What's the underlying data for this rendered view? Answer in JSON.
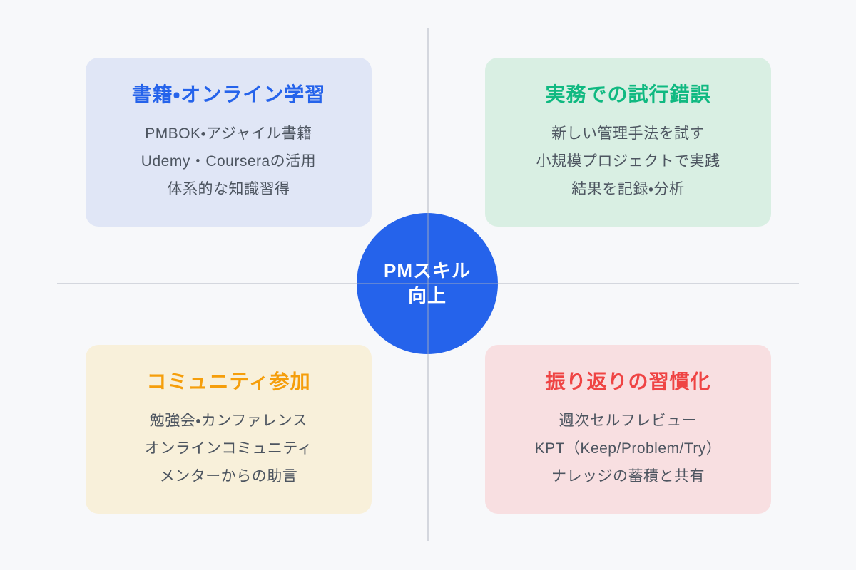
{
  "page": {
    "background_color": "#f7f8fa",
    "axis_line_color": "#d8dadd"
  },
  "center": {
    "label_line1": "PMスキル",
    "label_line2": "向上",
    "circle_color": "#2563eb",
    "text_color": "#ffffff"
  },
  "quadrants": [
    {
      "position": "top-left",
      "title": "書籍・オンライン学習",
      "title_color": "#2563eb",
      "bg_color": "#e0e6f6",
      "items": [
        "PMBOK・アジャイル書籍",
        "Udemy・Courseraの活用",
        "体系的な知識習得"
      ]
    },
    {
      "position": "top-right",
      "title": "実務での試行錯誤",
      "title_color": "#10b981",
      "bg_color": "#d9efe3",
      "items": [
        "新しい管理手法を試す",
        "小規模プロジェクトで実践",
        "結果を記録・分析"
      ]
    },
    {
      "position": "bottom-left",
      "title": "コミュニティ参加",
      "title_color": "#f59e0b",
      "bg_color": "#f8f0da",
      "items": [
        "勉強会・カンファレンス",
        "オンラインコミュニティ",
        "メンターからの助言"
      ]
    },
    {
      "position": "bottom-right",
      "title": "振り返りの習慣化",
      "title_color": "#ef4444",
      "bg_color": "#f8dfe1",
      "items": [
        "週次セルフレビュー",
        "KPT（Keep/Problem/Try）",
        "ナレッジの蓄積と共有"
      ]
    }
  ]
}
